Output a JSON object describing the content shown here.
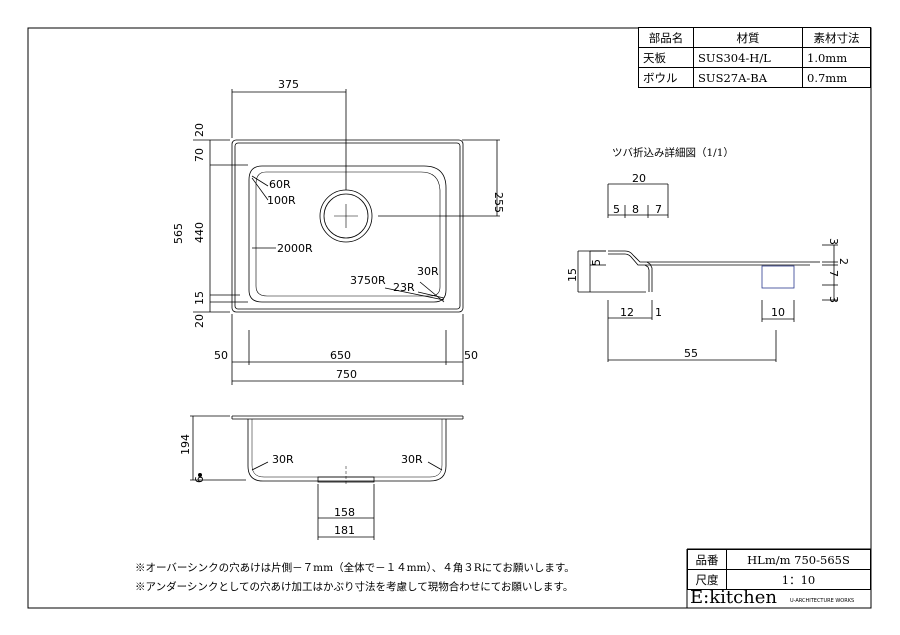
{
  "materials_table": {
    "headers": [
      "部品名",
      "材質",
      "素材寸法"
    ],
    "rows": [
      [
        "天板",
        "SUS304-H/L",
        "1.0mm"
      ],
      [
        "ボウル",
        "SUS27A-BA",
        "0.7mm"
      ]
    ]
  },
  "plan_view": {
    "dim_top_width": "375",
    "dim_right_height": "255",
    "dim_left_total": "565",
    "dim_left_20_top": "20",
    "dim_left_70": "70",
    "dim_left_440": "440",
    "dim_left_15": "15",
    "dim_left_20_bottom": "20",
    "dim_bottom_left_50": "50",
    "dim_bottom_650": "650",
    "dim_bottom_right_50": "50",
    "dim_bottom_750": "750",
    "r_60": "60R",
    "r_100": "100R",
    "r_2000": "2000R",
    "r_3750": "3750R",
    "r_30": "30R",
    "r_23": "23R"
  },
  "section_view": {
    "dim_depth": "194",
    "dim_6": "6",
    "r_left": "30R",
    "r_right": "30R",
    "dim_158": "158",
    "dim_181": "181"
  },
  "flange_detail": {
    "title": "ツバ折込み詳細図（1/1）",
    "dim_20": "20",
    "dim_5": "5",
    "dim_8": "8",
    "dim_7_top": "7",
    "dim_5_left": "5",
    "dim_15": "15",
    "dim_3_top": "3",
    "dim_2": "2",
    "dim_7_right": "7",
    "dim_3_bottom": "3",
    "dim_12": "12",
    "dim_1": "1",
    "dim_10": "10",
    "dim_55": "55"
  },
  "notes": [
    "※オーバーシンクの穴あけは片側－７mm（全体で－１４mm）、４角３Rにてお願いします。",
    "※アンダーシンクとしての穴あけ加工はかぶり寸法を考慮して現物合わせにてお願いします。"
  ],
  "title_block": {
    "part_no_label": "品番",
    "part_no_value": "HLm/m 750-565S",
    "scale_label": "尺度",
    "scale_value": "1：10",
    "brand_name": "E:kitchen",
    "brand_sub": "U-ARCHITECTURE WORKS"
  }
}
